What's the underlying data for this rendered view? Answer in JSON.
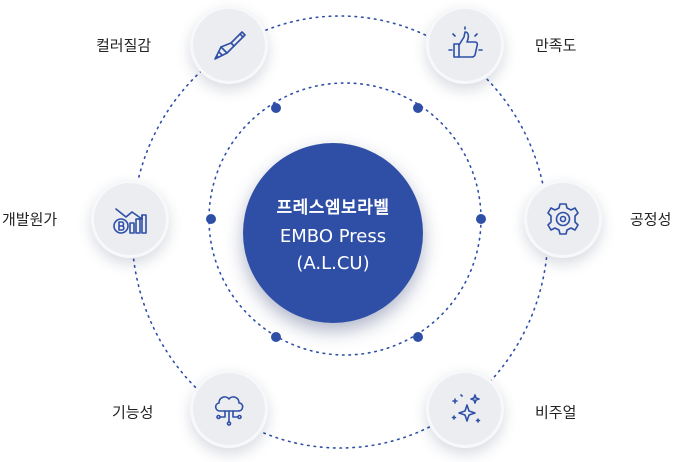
{
  "center": {
    "title_ko": "프레스엠보라벨",
    "title_en": "EMBO Press",
    "subtitle": "(A.L.CU)"
  },
  "nodes": {
    "color_texture": {
      "label": "컬러질감",
      "icon": "paint-brush-icon"
    },
    "satisfaction": {
      "label": "만족도",
      "icon": "thumbs-up-icon"
    },
    "dev_cost": {
      "label": "개발원가",
      "icon": "bitcoin-chart-down-icon"
    },
    "process": {
      "label": "공정성",
      "icon": "gear-icon"
    },
    "function": {
      "label": "기능성",
      "icon": "cloud-network-icon"
    },
    "visual": {
      "label": "비주얼",
      "icon": "sparkle-icon"
    }
  },
  "colors": {
    "center_fill": "#2f4fa7",
    "icon_stroke": "#2f4fa7",
    "dot": "#2f4fa7",
    "node_fill": "#ebedf1"
  }
}
